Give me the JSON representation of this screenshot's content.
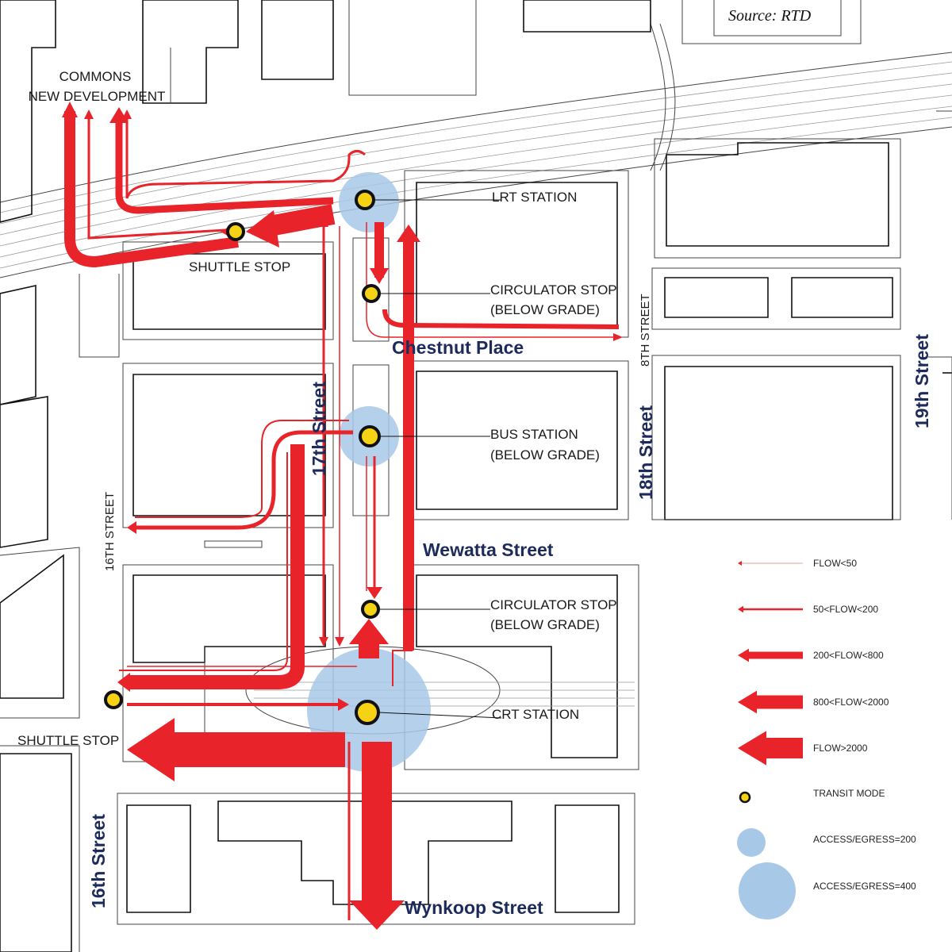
{
  "source": "Source: RTD",
  "places": {
    "commons_line1": "COMMONS",
    "commons_line2": "NEW DEVELOPMENT"
  },
  "stations": {
    "lrt": "LRT STATION",
    "shuttle_top": "SHUTTLE STOP",
    "circulator_top_line1": "CIRCULATOR STOP",
    "circulator_top_line2": "(BELOW GRADE)",
    "bus_line1": "BUS STATION",
    "bus_line2": "(BELOW GRADE)",
    "circulator_bottom_line1": "CIRCULATOR STOP",
    "circulator_bottom_line2": "(BELOW GRADE)",
    "crt": "CRT STATION",
    "shuttle_bottom": "SHUTTLE STOP"
  },
  "streets": {
    "chestnut": "Chestnut Place",
    "seventeenth": "17th Street",
    "wewatta": "Wewatta Street",
    "wynkoop": "Wynkoop Street",
    "eighteenth": "18th Street",
    "nineteenth": "19th Street",
    "sixteenth_bold": "16th Street",
    "sixteenth_small": "16TH STREET",
    "eighth_small": "8TH STREET"
  },
  "legend": {
    "items": [
      {
        "label": "FLOW<50",
        "kind": "arrow",
        "weight": 1
      },
      {
        "label": "50<FLOW<200",
        "kind": "arrow",
        "weight": 2
      },
      {
        "label": "200<FLOW<800",
        "kind": "arrow",
        "weight": 3
      },
      {
        "label": "800<FLOW<2000",
        "kind": "arrow",
        "weight": 4
      },
      {
        "label": "FLOW>2000",
        "kind": "arrow",
        "weight": 5
      },
      {
        "label": "TRANSIT MODE",
        "kind": "dot"
      },
      {
        "label": "ACCESS/EGRESS=200",
        "kind": "circle",
        "size": 200
      },
      {
        "label": "ACCESS/EGRESS=400",
        "kind": "circle",
        "size": 400
      }
    ]
  },
  "colors": {
    "flow": "#e8232a",
    "access_circle": "#a8c8e8",
    "transit_dot": "#f5d214",
    "street_label": "#1c2b5a"
  }
}
